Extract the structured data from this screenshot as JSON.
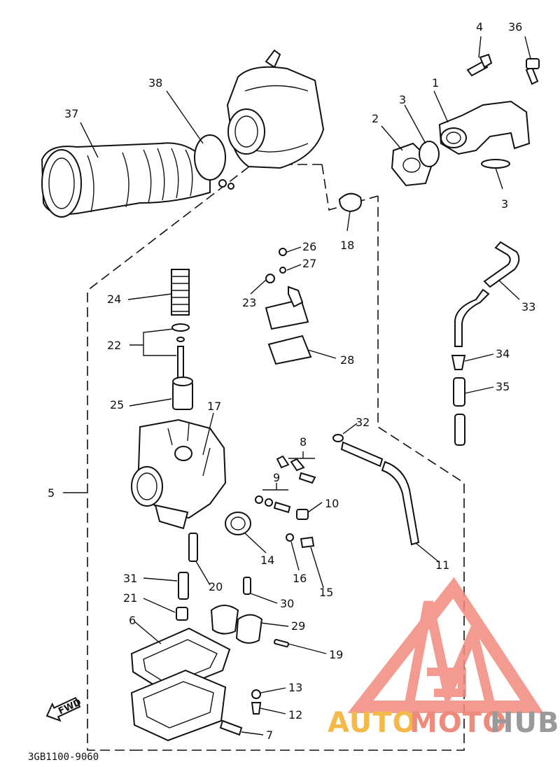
{
  "diagram": {
    "code": "3GB1100-9060",
    "fwd_label": "FWD",
    "callouts": [
      "1",
      "2",
      "3",
      "3",
      "4",
      "36",
      "37",
      "38",
      "18",
      "33",
      "26",
      "27",
      "23",
      "28",
      "24",
      "22",
      "25",
      "17",
      "8",
      "9",
      "10",
      "32",
      "5",
      "14",
      "16",
      "15",
      "11",
      "31",
      "20",
      "30",
      "21",
      "29",
      "6",
      "19",
      "13",
      "12",
      "7",
      "34",
      "35"
    ]
  },
  "watermark": {
    "text_auto": "AUTO",
    "text_moto": "MOTO",
    "text_hub": "HUB",
    "colors": {
      "auto": "#f5b94a",
      "moto": "#ef8b7c",
      "hub": "#9a9a9a",
      "logo": "#f28a7e"
    }
  }
}
